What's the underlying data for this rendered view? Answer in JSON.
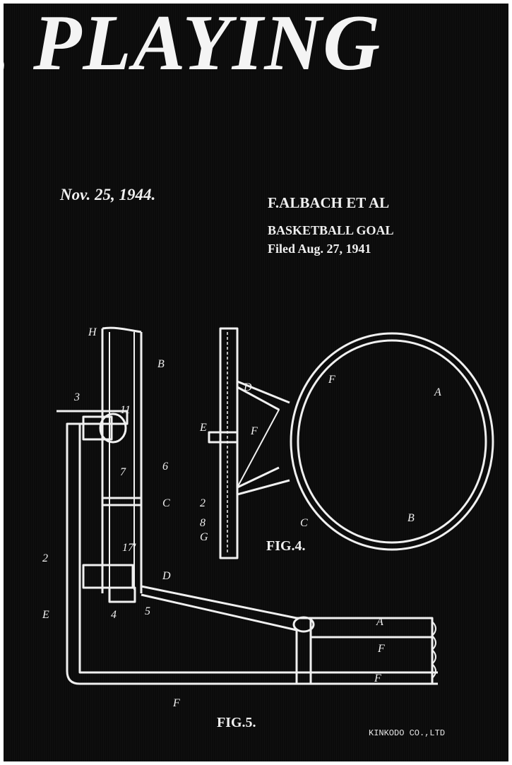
{
  "print": {
    "title": ", PLAYING",
    "patent_date": "Nov. 25, 1944.",
    "inventor": "F.ALBACH ET AL",
    "invention": "BASKETBALL GOAL",
    "filed": "Filed Aug. 27, 1941",
    "fig4_label": "FIG.4.",
    "fig5_label": "FIG.5."
  },
  "drawing_letters": [
    "H",
    "B",
    "3",
    "11",
    "6",
    "7",
    "C",
    "2",
    "17'",
    "D",
    "E",
    "4",
    "5",
    "A",
    "F",
    "E",
    "2",
    "8",
    "G",
    "F",
    "D",
    "C",
    "A",
    "B",
    "F",
    "F",
    "F"
  ],
  "watermark": "KINKODO CO.,LTD",
  "colors": {
    "shirt": "#0b0b0b",
    "ink": "#f0f0f0"
  }
}
